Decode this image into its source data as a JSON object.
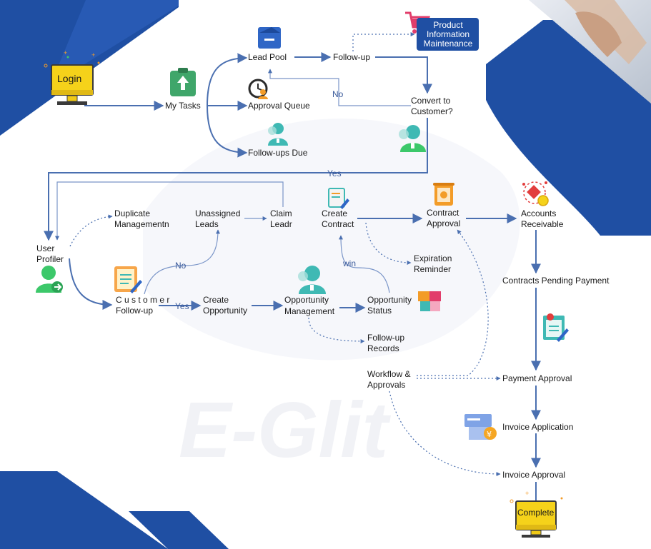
{
  "colors": {
    "brand_blue": "#1f4fa3",
    "line_blue": "#4a6fb0",
    "button_yellow": "#f5d21a",
    "teal": "#3fb9b4",
    "green": "#3cc86a",
    "orange": "#f39c28"
  },
  "watermark": "E-Glit",
  "nodes": {
    "login": "Login",
    "my_tasks": "My Tasks",
    "lead_pool": "Lead Pool",
    "follow_up": "Follow-up",
    "product_info": [
      "Product",
      "Information",
      "Maintenance"
    ],
    "approval_queue": "Approval Queue",
    "convert_to_customer": [
      "Convert to",
      "Customer?"
    ],
    "follow_ups_due": "Follow-ups Due",
    "duplicate_management": [
      "Duplicate",
      "Managementn"
    ],
    "unassigned_leads": [
      "Unassigned",
      "Leads"
    ],
    "claim_leads": [
      "Claim",
      "Leadr"
    ],
    "create_contract": [
      "Create",
      "Contract"
    ],
    "contract_approval": [
      "Contract",
      "Approval"
    ],
    "accounts_receivable": [
      "Accounts",
      "Receivable"
    ],
    "user_profiler": [
      "User",
      "Profiler"
    ],
    "customer_follow_up": [
      "C u s t o m e r",
      "Follow-up"
    ],
    "create_opportunity": [
      "Create",
      "Opportunity"
    ],
    "opportunity_management": [
      "Opportunity",
      "Management"
    ],
    "opportunity_status": [
      "Opportunity",
      "Status"
    ],
    "expiration_reminder": [
      "Expiration",
      "Reminder"
    ],
    "contracts_pending_payment": "Contracts Pending Payment",
    "follow_up_records": [
      "Follow-up",
      "Records"
    ],
    "workflow_approvals": [
      "Workflow &",
      "Approvals"
    ],
    "payment_approval": "Payment Approval",
    "invoice_application": "Invoice Application",
    "invoice_approval": "Invoice Approval",
    "complete": "Complete"
  },
  "edge_labels": {
    "no_convert": "No",
    "yes_convert": "Yes",
    "no_followup": "No",
    "yes_followup": "Yes",
    "win": "win"
  },
  "icons": [
    "monitor-icon",
    "upload-clipboard-icon",
    "inbox-icon",
    "shopping-cart-icon",
    "stopwatch-user-icon",
    "users-icon",
    "user-arrow-icon",
    "notepad-pencil-icon",
    "document-pencil-icon",
    "certificate-scroll-icon",
    "network-coin-icon",
    "cubes-icon",
    "checklist-pencil-icon",
    "ticket-yen-icon",
    "hand-tablet-photo"
  ]
}
